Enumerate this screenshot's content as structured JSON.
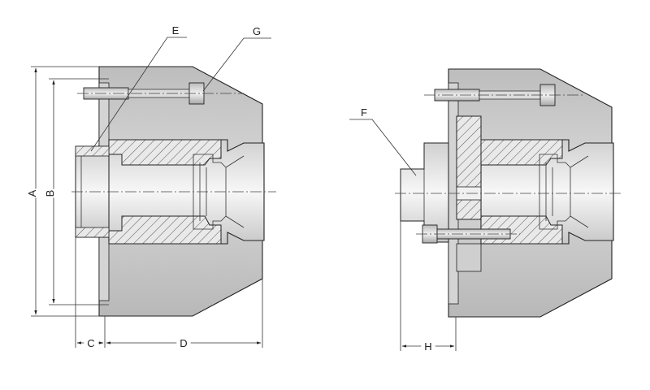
{
  "labels": {
    "A": "A",
    "B": "B",
    "C": "C",
    "D": "D",
    "E": "E",
    "F": "F",
    "G": "G",
    "H": "H"
  },
  "colors": {
    "body_fill": "#c4c4c4",
    "body_light": "#dcdcdc",
    "bore_fill": "#f2f2f2",
    "line": "#222222",
    "hatch": "#444444"
  }
}
